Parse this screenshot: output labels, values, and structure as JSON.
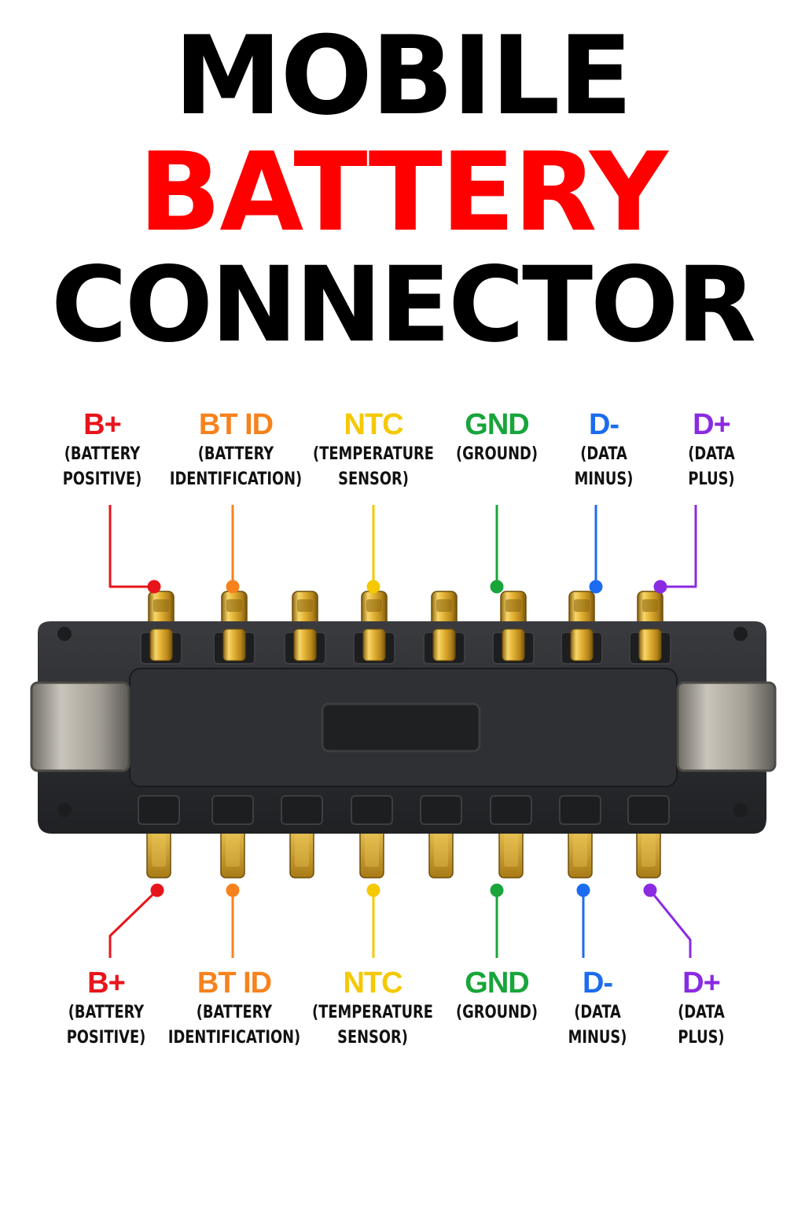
{
  "title": {
    "line1": "MOBILE",
    "line2": "BATTERY",
    "line3": "CONNECTOR"
  },
  "colors": {
    "title_dark": "#000000",
    "title_accent": "#ff0000",
    "connector_body": "#2a2b2e",
    "gold_pin": "#d9a82a",
    "metal_tab": "#a8a49c"
  },
  "top_pins": [
    {
      "code": "B+",
      "desc": "(BATTERY\nPOSITIVE)",
      "color": "#e8141b"
    },
    {
      "code": "BT ID",
      "desc": "(BATTERY\nIDENTIFICATION)",
      "color": "#f7821d"
    },
    {
      "code": "NTC",
      "desc": "(TEMPERATURE\nSENSOR)",
      "color": "#f5c800"
    },
    {
      "code": "GND",
      "desc": "(GROUND)",
      "color": "#18a53a"
    },
    {
      "code": "D-",
      "desc": "(DATA\nMINUS)",
      "color": "#1c6cf0"
    },
    {
      "code": "D+",
      "desc": "(DATA\nPLUS)",
      "color": "#8a2be2"
    }
  ],
  "bottom_pins": [
    {
      "code": "B+",
      "desc": "(BATTERY\nPOSITIVE)",
      "color": "#e8141b"
    },
    {
      "code": "BT ID",
      "desc": "(BATTERY\nIDENTIFICATION)",
      "color": "#f7821d"
    },
    {
      "code": "NTC",
      "desc": "(TEMPERATURE\nSENSOR)",
      "color": "#f5c800"
    },
    {
      "code": "GND",
      "desc": "(GROUND)",
      "color": "#18a53a"
    },
    {
      "code": "D-",
      "desc": "(DATA\nMINUS)",
      "color": "#1c6cf0"
    },
    {
      "code": "D+",
      "desc": "(DATA\nPLUS)",
      "color": "#8a2be2"
    }
  ]
}
